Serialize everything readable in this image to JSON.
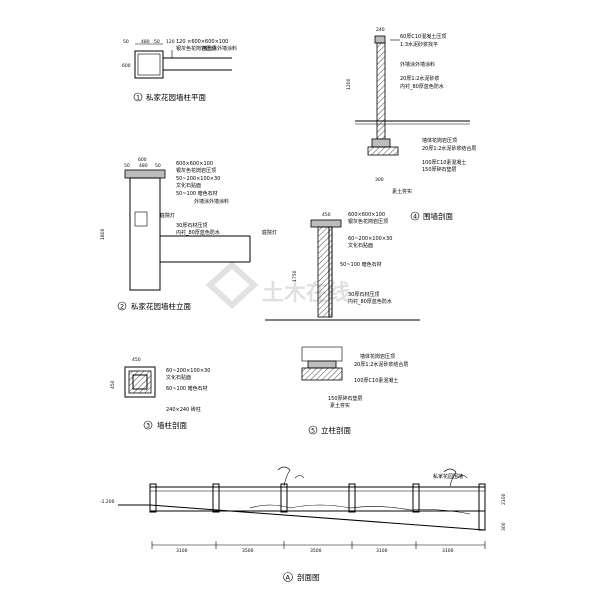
{
  "titles": {
    "plan": {
      "num": "1",
      "text": "私家花园墙柱平面"
    },
    "elevation": {
      "num": "2",
      "text": "私家花园墙柱立面"
    },
    "column_section": {
      "num": "3",
      "text": "墙柱剖面"
    },
    "wall_section": {
      "num": "4",
      "text": "围墙剖面"
    },
    "post_section": {
      "num": "5",
      "text": "立柱剖面"
    },
    "section_a": {
      "num": "A",
      "text": "剖面图"
    }
  },
  "notes": {
    "plan_top": "120 ×600×600×100",
    "plan_finish": "银灰色花岗岩压顶",
    "plan_paint": "墙面涂外墙涂料",
    "wall_cap": "60厚C10混凝土压顶",
    "wall_mix": "1:3水泥砂浆找平",
    "wall_paint": "外墙涂外墙涂料",
    "wall_brick": "20厚1:2水泥砂浆",
    "wall_ins": "内衬_80厚蓝色防水",
    "wall_base1": "墙体花岗岩压顶",
    "wall_base2": "20厚1:2水泥砂浆结合层",
    "wall_base3": "100厚C10素混凝土",
    "wall_base4": "150厚碎石垫层",
    "wall_base5": "素土夯实",
    "elev_cap": "600×600×100",
    "elev_cap2": "银灰色花岗岩压顶",
    "elev_tile": "50~200×100×30",
    "elev_tile2": "文化石贴面",
    "elev_tile3": "50~100 暗色石材",
    "elev_paint": "外墙涂外墙涂料",
    "elev_join": "30厚石材压顶",
    "elev_ins": "内衬_80厚蓝色防水",
    "elev_light": "庭院灯",
    "post_cap": "600×600×100",
    "post_cap2": "银灰色花岗岩压顶",
    "post_tile": "60~200×100×30",
    "post_tile2": "文化石贴面",
    "post_block": "50~100 暗色石材",
    "post_light": "庭院灯",
    "post_join": "30厚石材压顶",
    "post_ins": "内衬_80厚蓝色防水",
    "post_base1": "墙体花岗岩压顶",
    "post_base2": "20厚1:2水泥砂浆结合层",
    "post_base3": "100厚C10素混凝土",
    "post_base4": "150厚碎石垫层",
    "post_base5": "素土夯实",
    "col_sec1": "60~200×100×30",
    "col_sec2": "文化石贴面",
    "col_sec3": "60~100 暗色石材",
    "col_sec4": "240×240 砖柱",
    "sec_label": "私家花园围墙",
    "sec_level": "-1.200"
  },
  "dims": {
    "plan": [
      "50",
      "480",
      "50",
      "120"
    ],
    "plan_side": "600",
    "wall_top": "240",
    "wall_h": "1200",
    "wall_base": "300",
    "elev_top": "600",
    "elev_w": [
      "50",
      "480",
      "50"
    ],
    "elev_h": "1800",
    "post_top": "450",
    "post_h": "1750",
    "col_sec_top": "450",
    "col_sec_side": "450",
    "spans": [
      "3100",
      "3500",
      "3500",
      "3100",
      "3100"
    ],
    "sec_h": "2100",
    "sec_h2": "300"
  },
  "watermark": "土木在线"
}
